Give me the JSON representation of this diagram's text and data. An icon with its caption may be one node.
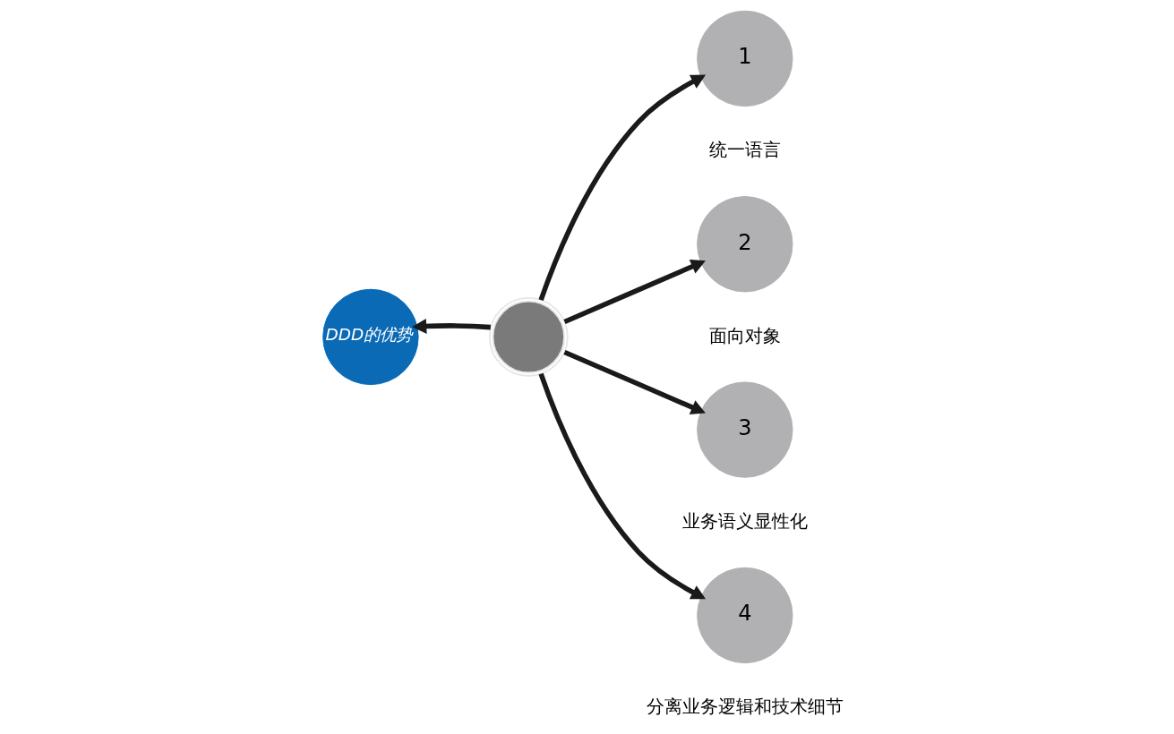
{
  "diagram": {
    "nodes": [
      {
        "text": [
          "DDD的优势"
        ]
      },
      {
        "text": [],
        "shape": "person"
      },
      {
        "text": [
          "1"
        ],
        "beside": [
          "统一语言"
        ]
      },
      {
        "text": [
          "2"
        ],
        "beside": [
          "面向对象"
        ]
      },
      {
        "text": [
          "3"
        ],
        "beside": [
          "业务语义显性化"
        ]
      },
      {
        "text": [
          "4"
        ],
        "beside": [
          "分离业务逻辑和技术细节"
        ]
      }
    ],
    "edges": [
      {
        "from": 1,
        "to": 0,
        "arrow": "to"
      },
      {
        "from": 1,
        "to": 2,
        "arrow": "to"
      },
      {
        "from": 1,
        "to": 3,
        "arrow": "to"
      },
      {
        "from": 1,
        "to": 4,
        "arrow": "to"
      },
      {
        "from": 1,
        "to": 5,
        "arrow": "to"
      }
    ]
  }
}
